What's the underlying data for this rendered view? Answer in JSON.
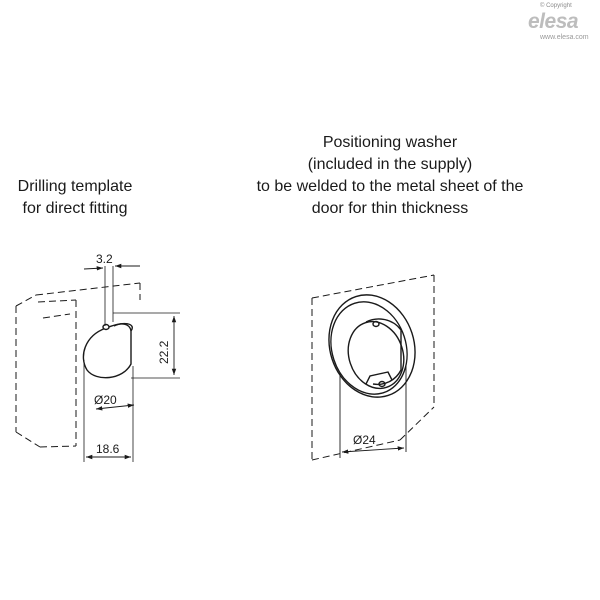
{
  "logo": {
    "copyright": "© Copyright",
    "brand": "elesa",
    "url": "www.elesa.com"
  },
  "left_caption": {
    "line1": "Drilling template",
    "line2": "for direct fitting"
  },
  "right_caption": {
    "line1": "Positioning washer",
    "line2": "(included in the supply)",
    "line3": "to be welded to the metal sheet of the",
    "line4": "door for thin thickness"
  },
  "dimensions": {
    "flat_offset": "3.2",
    "height": "22.2",
    "hole_diameter": "Ø20",
    "width": "18.6",
    "washer_diameter": "Ø24"
  },
  "colors": {
    "line": "#1a1a1a",
    "logo": "#bdbdbd"
  }
}
